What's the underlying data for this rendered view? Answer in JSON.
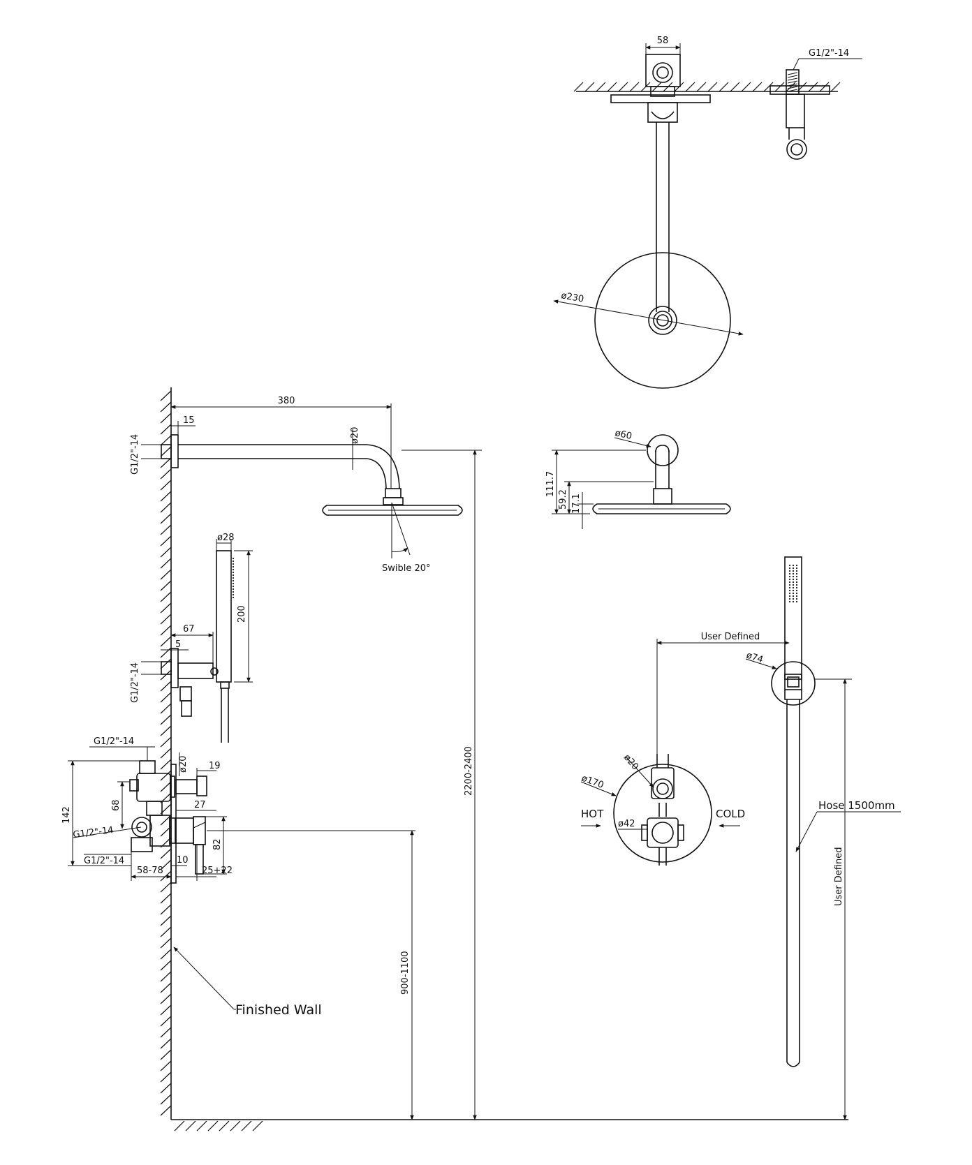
{
  "labels": {
    "ceiling_width": "58",
    "ceiling_thread": "G1/2\"-14",
    "head_diameter": "ø230",
    "arm_length": "380",
    "flange_15": "15",
    "arm_diameter": "ø20",
    "arm_thread": "G1/2\"-14",
    "swivel": "Swible 20°",
    "total_height": "2200-2400",
    "side_flange": "ø60",
    "side_111": "111.7",
    "side_59": "59.2",
    "side_17": "17.1",
    "hand_d28": "ø28",
    "hand_200": "200",
    "hand_67": "67",
    "hand_5": "5",
    "hand_thread": "G1/2\"-14",
    "valve_thread_top": "G1/2\"-14",
    "valve_thread_mid": "G1/2\"-14",
    "valve_thread_bot": "G1/2\"-14",
    "valve_d20": "ø20",
    "valve_19": "19",
    "valve_27": "27",
    "valve_82": "82",
    "valve_142": "142",
    "valve_68": "68",
    "valve_58_78": "58-78",
    "valve_10": "10",
    "valve_25_22": "25+22",
    "valve_height": "900-1100",
    "finished_wall": "Finished Wall",
    "user_defined_h": "User Defined",
    "user_defined_v": "User Defined",
    "bracket_d74": "ø74",
    "plate_d170": "ø170",
    "plate_d20": "ø20",
    "plate_d42": "ø42",
    "hot": "HOT",
    "cold": "COLD",
    "hose": "Hose 1500mm"
  }
}
